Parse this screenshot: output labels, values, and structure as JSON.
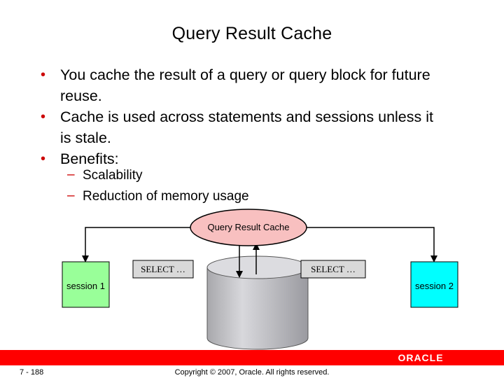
{
  "slide": {
    "title": "Query Result Cache",
    "bullets": [
      {
        "line1": "You cache the result of a query or query block for future",
        "line2": "reuse."
      },
      {
        "line1": "Cache is used across statements and sessions unless it",
        "line2": "is stale."
      },
      {
        "line1": "Benefits:",
        "line2": ""
      }
    ],
    "sub_bullets": [
      "Scalability",
      "Reduction of memory usage"
    ]
  },
  "diagram": {
    "cache_label": "Query Result Cache",
    "session1_label": "session 1",
    "session2_label": "session 2",
    "select_left": "SELECT …",
    "select_right": "SELECT …",
    "colors": {
      "cache_fill": "#f8c0c0",
      "session1_fill": "#99ff99",
      "session2_fill": "#00ffff",
      "select_fill": "#d9d9d9",
      "cylinder_fill": "#c8c8cc",
      "accent": "#ff0000"
    }
  },
  "footer": {
    "page": "7 - 188",
    "copyright": "Copyright © 2007, Oracle. All rights reserved.",
    "logo": "ORACLE"
  }
}
